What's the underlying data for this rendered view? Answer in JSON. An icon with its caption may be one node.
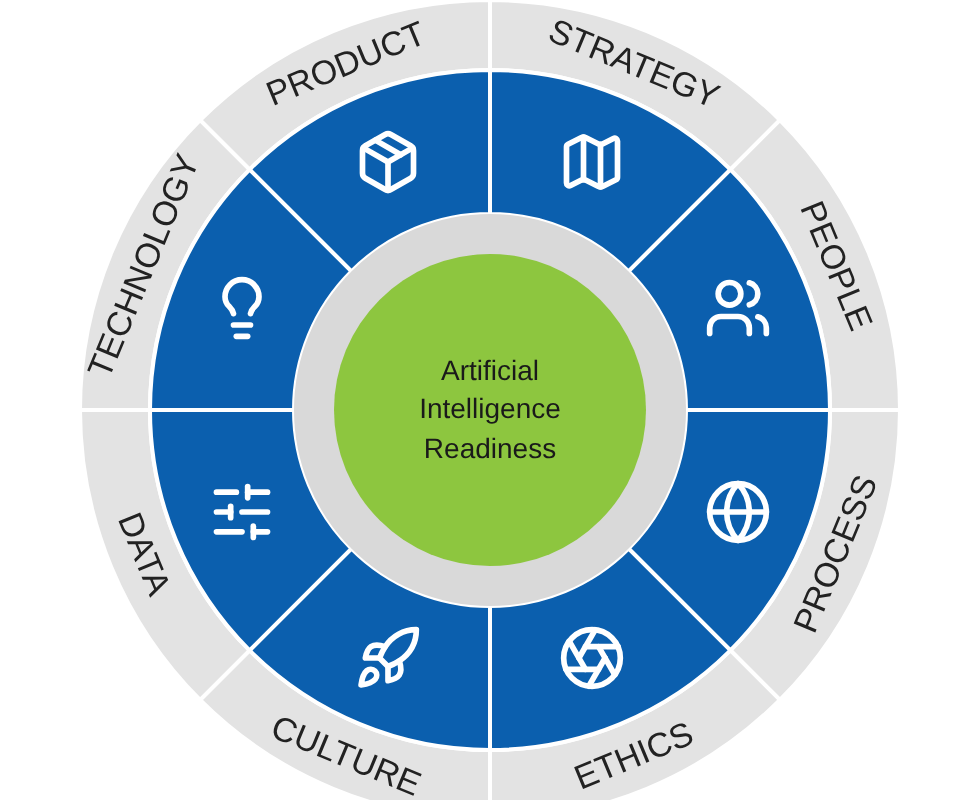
{
  "diagram": {
    "nodes": [
      {
        "text": [
          "Artificial Intelligence Readiness"
        ]
      },
      {
        "text": [
          "PRODUCT"
        ]
      },
      {
        "text": [
          "STRATEGY"
        ]
      },
      {
        "text": [
          "PEOPLE"
        ]
      },
      {
        "text": [
          "PROCESS"
        ]
      },
      {
        "text": [
          "ETHICS"
        ]
      },
      {
        "text": [
          "CULTURE"
        ]
      },
      {
        "text": [
          "DATA"
        ]
      },
      {
        "text": [
          "TECHNOLOGY"
        ]
      }
    ]
  }
}
